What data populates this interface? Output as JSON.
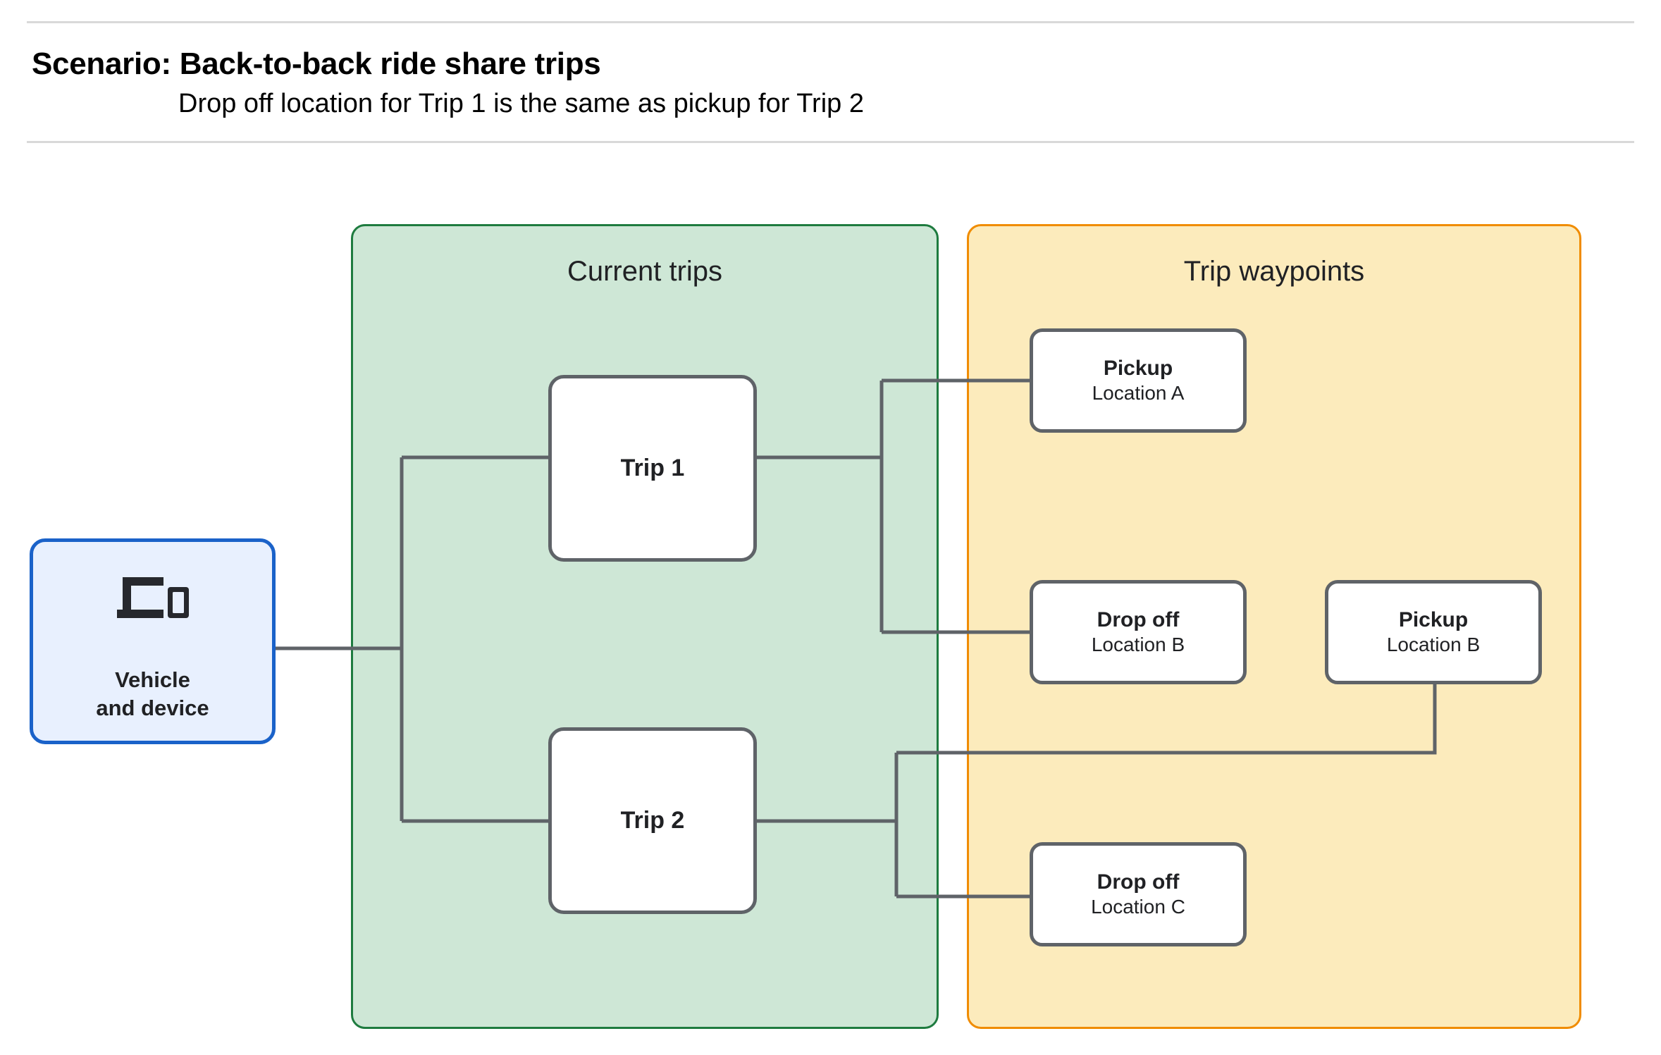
{
  "header": {
    "title": "Scenario: Back-to-back ride share trips",
    "subtitle": "Drop off  location for Trip 1 is the same as pickup for Trip 2"
  },
  "groups": {
    "current_trips": {
      "title": "Current trips",
      "fill": "#CEE7D6",
      "border": "#1E7B3F"
    },
    "trip_waypoints": {
      "title": "Trip waypoints",
      "fill": "#FCEBBC",
      "border": "#F08C00"
    }
  },
  "vehicle": {
    "icon": "devices-icon",
    "label": "Vehicle\nand device",
    "fill": "#E8F0FE",
    "border": "#1A62C9"
  },
  "trips": [
    {
      "label": "Trip 1"
    },
    {
      "label": "Trip 2"
    }
  ],
  "waypoints": [
    {
      "kind": "Pickup",
      "location": "Location A"
    },
    {
      "kind": "Drop off",
      "location": "Location B"
    },
    {
      "kind": "Pickup",
      "location": "Location B"
    },
    {
      "kind": "Drop off",
      "location": "Location C"
    }
  ],
  "connector": {
    "color": "#5F6368",
    "width": 5
  }
}
